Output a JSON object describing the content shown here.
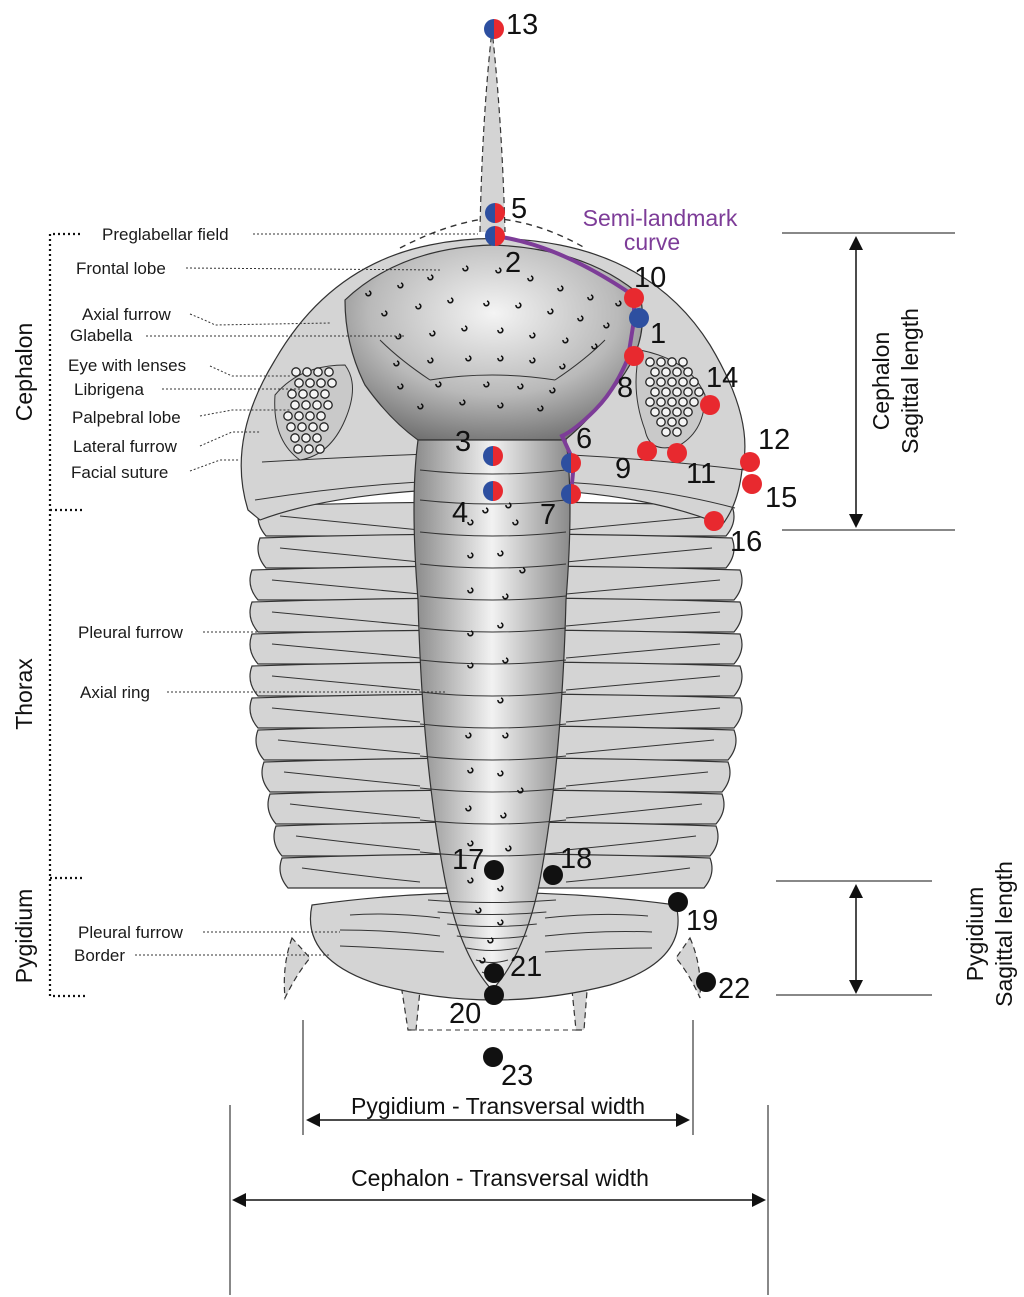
{
  "labels": {
    "preglabellar_field": "Preglabellar field",
    "frontal_lobe": "Frontal lobe",
    "axial_furrow": "Axial furrow",
    "glabella": "Glabella",
    "eye_with_lenses": "Eye with lenses",
    "librigena": "Librigena",
    "palpebral_lobe": "Palpebral lobe",
    "lateral_furrow": "Lateral furrow",
    "facial_suture": "Facial suture",
    "pleural_furrow": "Pleural furrow",
    "axial_ring": "Axial ring",
    "pygidium_pleural_furrow": "Pleural furrow",
    "border": "Border"
  },
  "regions": {
    "cephalon": "Cephalon",
    "thorax": "Thorax",
    "pygidium": "Pygidium"
  },
  "semi_landmark": {
    "line1": "Semi-landmark",
    "line2": "curve",
    "color": "#7d3c98"
  },
  "measurements": {
    "cephalon_sagittal_1": "Cephalon",
    "cephalon_sagittal_2": "Sagittal length",
    "pygidium_sagittal_1": "Pygidium",
    "pygidium_sagittal_2": "Sagittal length",
    "pygidium_width": "Pygidium - Transversal width",
    "cephalon_width": "Cephalon - Transversal width"
  },
  "landmarks": [
    {
      "n": "1",
      "type": "blue"
    },
    {
      "n": "2",
      "type": "split"
    },
    {
      "n": "3",
      "type": "split"
    },
    {
      "n": "4",
      "type": "split"
    },
    {
      "n": "5",
      "type": "split"
    },
    {
      "n": "6",
      "type": "split"
    },
    {
      "n": "7",
      "type": "split"
    },
    {
      "n": "8",
      "type": "red"
    },
    {
      "n": "9",
      "type": "red"
    },
    {
      "n": "10",
      "type": "red"
    },
    {
      "n": "11",
      "type": "red"
    },
    {
      "n": "12",
      "type": "red"
    },
    {
      "n": "13",
      "type": "split"
    },
    {
      "n": "14",
      "type": "red"
    },
    {
      "n": "15",
      "type": "red"
    },
    {
      "n": "16",
      "type": "red"
    },
    {
      "n": "17",
      "type": "black"
    },
    {
      "n": "18",
      "type": "black"
    },
    {
      "n": "19",
      "type": "black"
    },
    {
      "n": "20",
      "type": "black"
    },
    {
      "n": "21",
      "type": "black"
    },
    {
      "n": "22",
      "type": "black"
    },
    {
      "n": "23",
      "type": "black"
    }
  ],
  "colors": {
    "red": "#e8292f",
    "blue": "#2d4fa0",
    "black": "#111111",
    "curve": "#7d3c98"
  }
}
